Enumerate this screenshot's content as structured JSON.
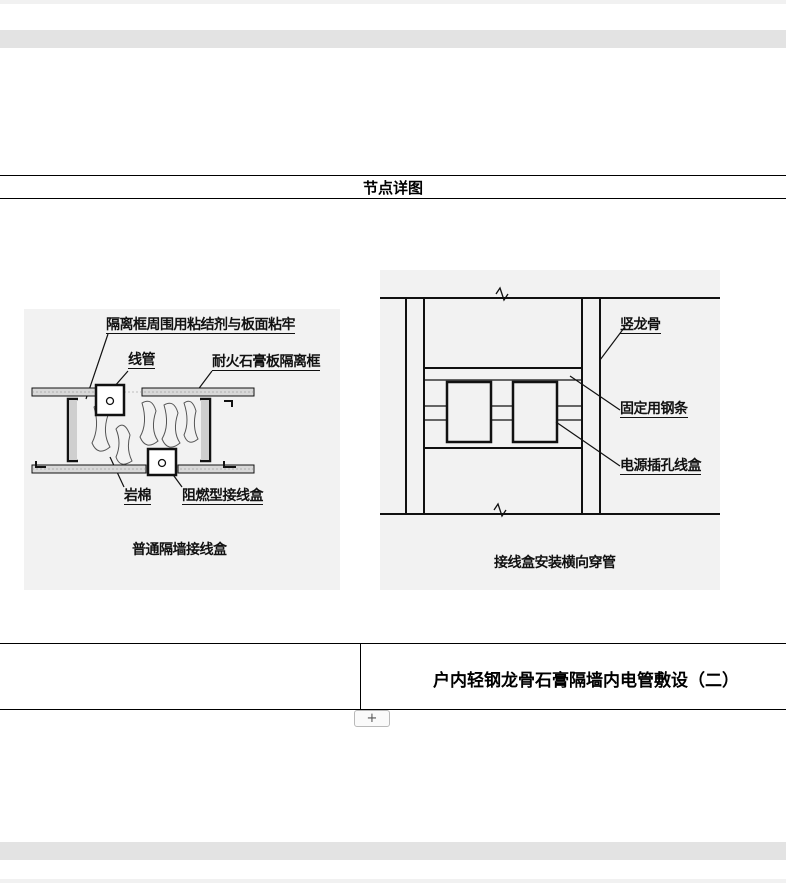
{
  "section_title": "节点详图",
  "figure_left": {
    "label_frame_glue": "隔离框周围用粘结剂与板面粘牢",
    "label_conduit": "线管",
    "label_fire_frame": "耐火石膏板隔离框",
    "label_rock_wool": "岩棉",
    "label_flame_box": "阻燃型接线盒",
    "caption": "普通隔墙接线盒"
  },
  "figure_right": {
    "label_stud": "竖龙骨",
    "label_steel_strip": "固定用钢条",
    "label_socket_box": "电源插孔线盒",
    "caption": "接线盒安装横向穿管"
  },
  "footer": {
    "drawing_title": "户内轻钢龙骨石膏隔墙内电管敷设（二）"
  },
  "add_button": {
    "label": "+"
  },
  "colors": {
    "line": "#000000",
    "figure_bg": "#f2f2f2",
    "gray_bar": "#e3e3e3"
  }
}
